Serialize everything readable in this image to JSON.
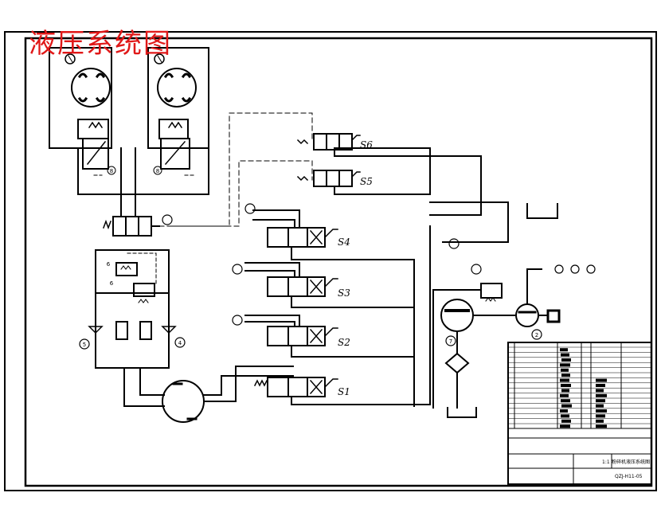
{
  "diagram": {
    "title": "液压系统图",
    "valves": [
      {
        "id": "s6",
        "label": "S6"
      },
      {
        "id": "s5",
        "label": "S5"
      },
      {
        "id": "s4",
        "label": "S4"
      },
      {
        "id": "s3",
        "label": "S3"
      },
      {
        "id": "s2",
        "label": "S2"
      },
      {
        "id": "s1",
        "label": "S1"
      }
    ],
    "callouts": [
      {
        "id": "c1",
        "text": "7"
      },
      {
        "id": "c2",
        "text": "2"
      },
      {
        "id": "c3",
        "text": "5"
      },
      {
        "id": "c4",
        "text": "4"
      },
      {
        "id": "c5",
        "text": "6"
      },
      {
        "id": "c6",
        "text": "6"
      },
      {
        "id": "c7",
        "text": "8"
      },
      {
        "id": "c8",
        "text": "8"
      }
    ]
  },
  "title_block": {
    "drawing_number": "QZJ-H11-05",
    "drawing_name": "粉碎机液压系统图",
    "scale": "1:1"
  },
  "colors": {
    "title": "#e01818",
    "ink": "#000000",
    "paper": "#ffffff"
  }
}
